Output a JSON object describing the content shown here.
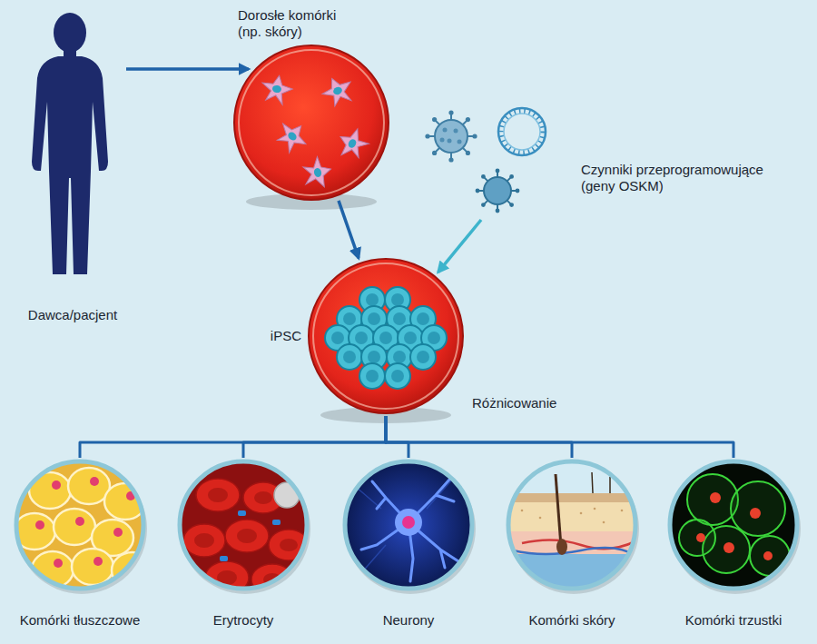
{
  "diagram": {
    "nodes": [
      {
        "text": [
          "Dawca/pacjent"
        ]
      },
      {
        "text": [
          "Dorosłe komórki (np. skóry)"
        ]
      },
      {
        "text": [
          "Czynniki przeprogramowujące (geny OSKM)"
        ]
      },
      {
        "text": [
          "iPSC",
          "Różnicowanie"
        ]
      },
      {
        "text": [
          "Komórki tłuszczowe"
        ]
      },
      {
        "text": [
          "Erytrocyty"
        ]
      },
      {
        "text": [
          "Neurony"
        ]
      },
      {
        "text": [
          "Komórki skóry"
        ]
      },
      {
        "text": [
          "Komórki trzustki"
        ]
      }
    ],
    "edges": [
      {
        "from": 0,
        "to": 1,
        "arrow": "to"
      },
      {
        "from": 1,
        "to": 3,
        "arrow": "to"
      },
      {
        "from": 2,
        "to": 3,
        "arrow": "to"
      },
      {
        "from": 3,
        "to": 4,
        "arrow": "none"
      },
      {
        "from": 3,
        "to": 5,
        "arrow": "none"
      },
      {
        "from": 3,
        "to": 6,
        "arrow": "none"
      },
      {
        "from": 3,
        "to": 7,
        "arrow": "none"
      },
      {
        "from": 3,
        "to": 8,
        "arrow": "none"
      }
    ]
  }
}
